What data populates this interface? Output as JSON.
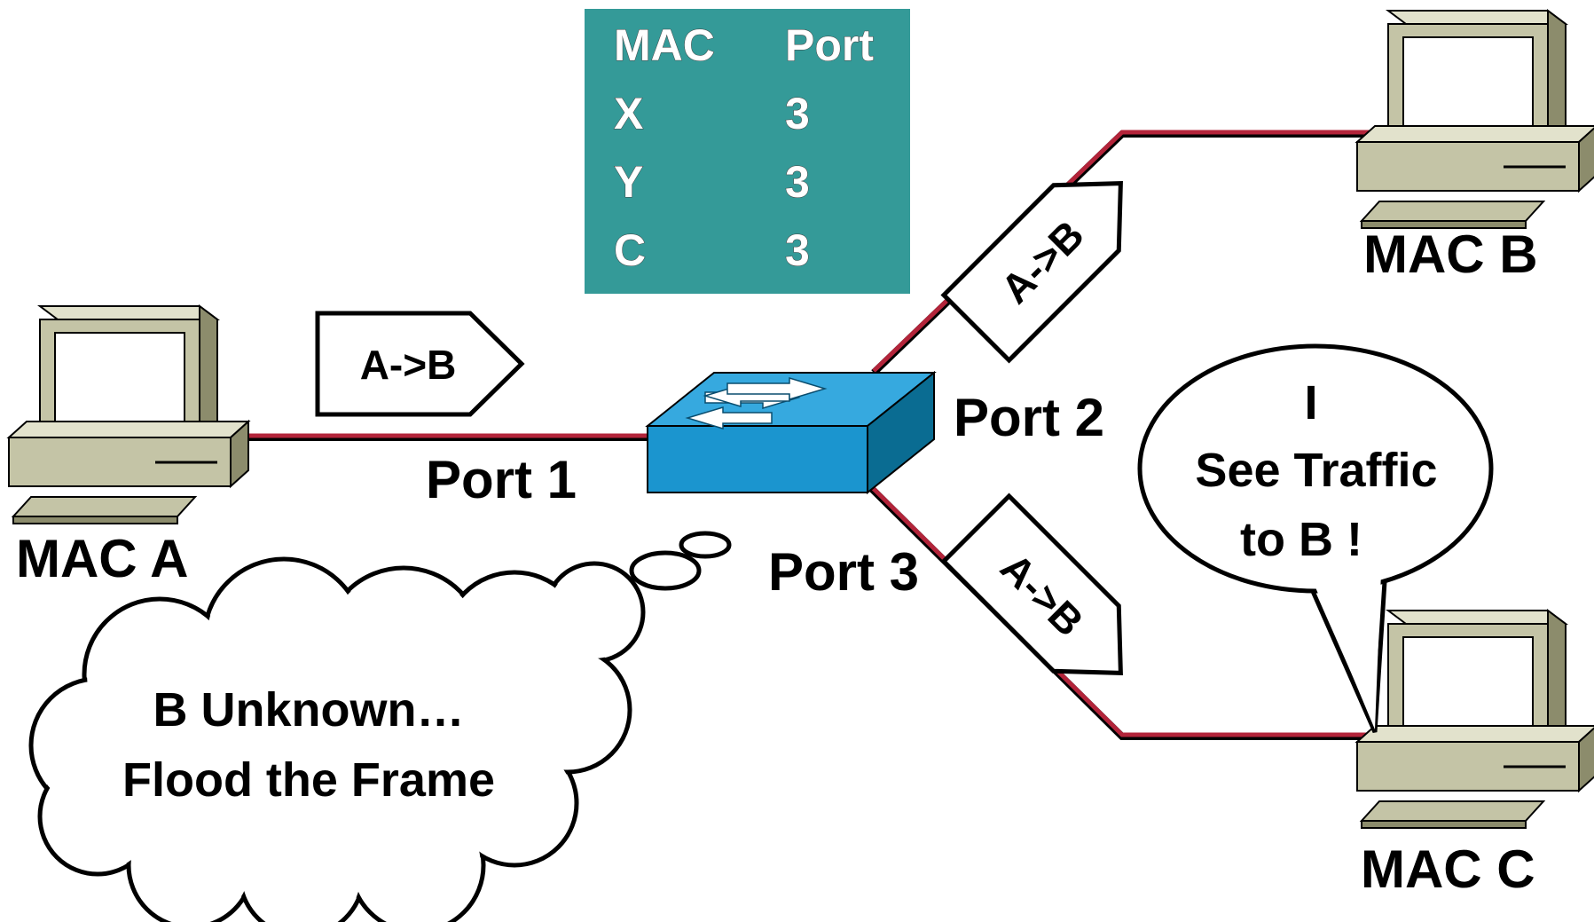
{
  "mac_table": {
    "headers": {
      "mac": "MAC",
      "port": "Port"
    },
    "rows": [
      {
        "mac": "X",
        "port": "3"
      },
      {
        "mac": "Y",
        "port": "3"
      },
      {
        "mac": "C",
        "port": "3"
      }
    ]
  },
  "hosts": {
    "a": {
      "label": "MAC A"
    },
    "b": {
      "label": "MAC B"
    },
    "c": {
      "label": "MAC C"
    }
  },
  "ports": {
    "p1": "Port 1",
    "p2": "Port 2",
    "p3": "Port 3"
  },
  "frames": {
    "to_switch": "A->B",
    "to_b": "A->B",
    "to_c": "A->B"
  },
  "thought": {
    "line1": "B Unknown…",
    "line2": "Flood the Frame"
  },
  "speech": {
    "line1": "I",
    "line2": "See Traffic",
    "line3": "to B !"
  },
  "colors": {
    "link": "#b3243a",
    "table_bg": "#349a98",
    "switch_top": "#36a9df",
    "switch_side": "#0a6c92",
    "pc_body": "#c4c4a6"
  }
}
